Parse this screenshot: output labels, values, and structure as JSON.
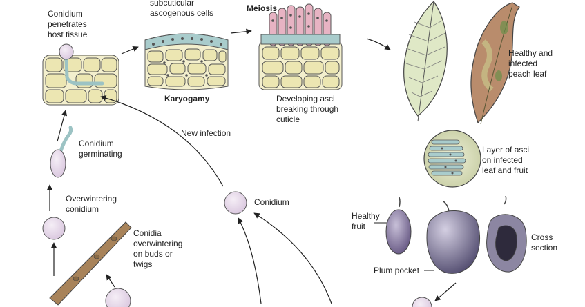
{
  "labels": {
    "conidium_penetrates": "Conidium\npenetrates\nhost tissue",
    "subcuticular": "subcuticular\nascogenous cells",
    "meiosis": "Meiosis",
    "karyogamy": "Karyogamy",
    "developing_asci": "Developing asci\nbreaking through\ncuticle",
    "healthy_infected_leaf": "Healthy and\ninfected\npeach leaf",
    "new_infection": "New infection",
    "conidium_germinating": "Conidium\ngerminating",
    "layer_of_asci": "Layer of asci\non infected\nleaf and fruit",
    "conidium": "Conidium",
    "overwintering_conidium": "Overwintering\nconidium",
    "healthy_fruit": "Healthy\nfruit",
    "conidia_overwintering": "Conidia\noverwintering\non buds or\ntwigs",
    "cross_section": "Cross\nsection",
    "plum_pocket": "Plum pocket"
  },
  "colors": {
    "tissue_cell": "#ece6b2",
    "tissue_cell_light": "#f3efcd",
    "hypha": "#a9cccc",
    "spore": "#e7d9ea",
    "ascus_pink": "#e7b3c3",
    "leaf_green": "#dfe8c6",
    "infected_leaf": "#b98c6c",
    "fruit_purple": "#8e7aa8",
    "twig_brown": "#a8835a",
    "arrow": "#222222"
  }
}
